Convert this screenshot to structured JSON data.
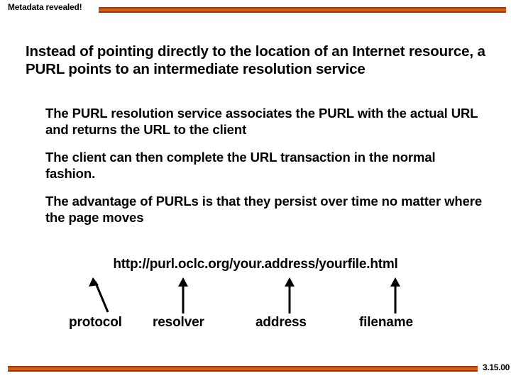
{
  "slide": {
    "title": "Metadata revealed!",
    "footer_number": "3.15.00",
    "accent_dark": "#9c3412",
    "accent_orange": "#d2600c",
    "text_color": "#000000",
    "background": "#ffffff"
  },
  "body": {
    "bullet_level1": "Instead of pointing directly to the location of an Internet resource, a PURL points to an intermediate resolution service",
    "bullets_level2": [
      "The PURL resolution service associates the PURL with the actual URL and returns the URL to the client",
      "The client can then complete the URL transaction in the normal  fashion.",
      "The advantage of PURLs is that they persist over time no matter where the page moves"
    ]
  },
  "diagram": {
    "url": "http://purl.oclc.org/your.address/yourfile.html",
    "labels": [
      {
        "text": "protocol",
        "arrow": "diagonal-up-left-arrow-icon"
      },
      {
        "text": "resolver",
        "arrow": "up-arrow-icon"
      },
      {
        "text": "address",
        "arrow": "up-arrow-icon"
      },
      {
        "text": "filename",
        "arrow": "up-arrow-icon"
      }
    ]
  }
}
